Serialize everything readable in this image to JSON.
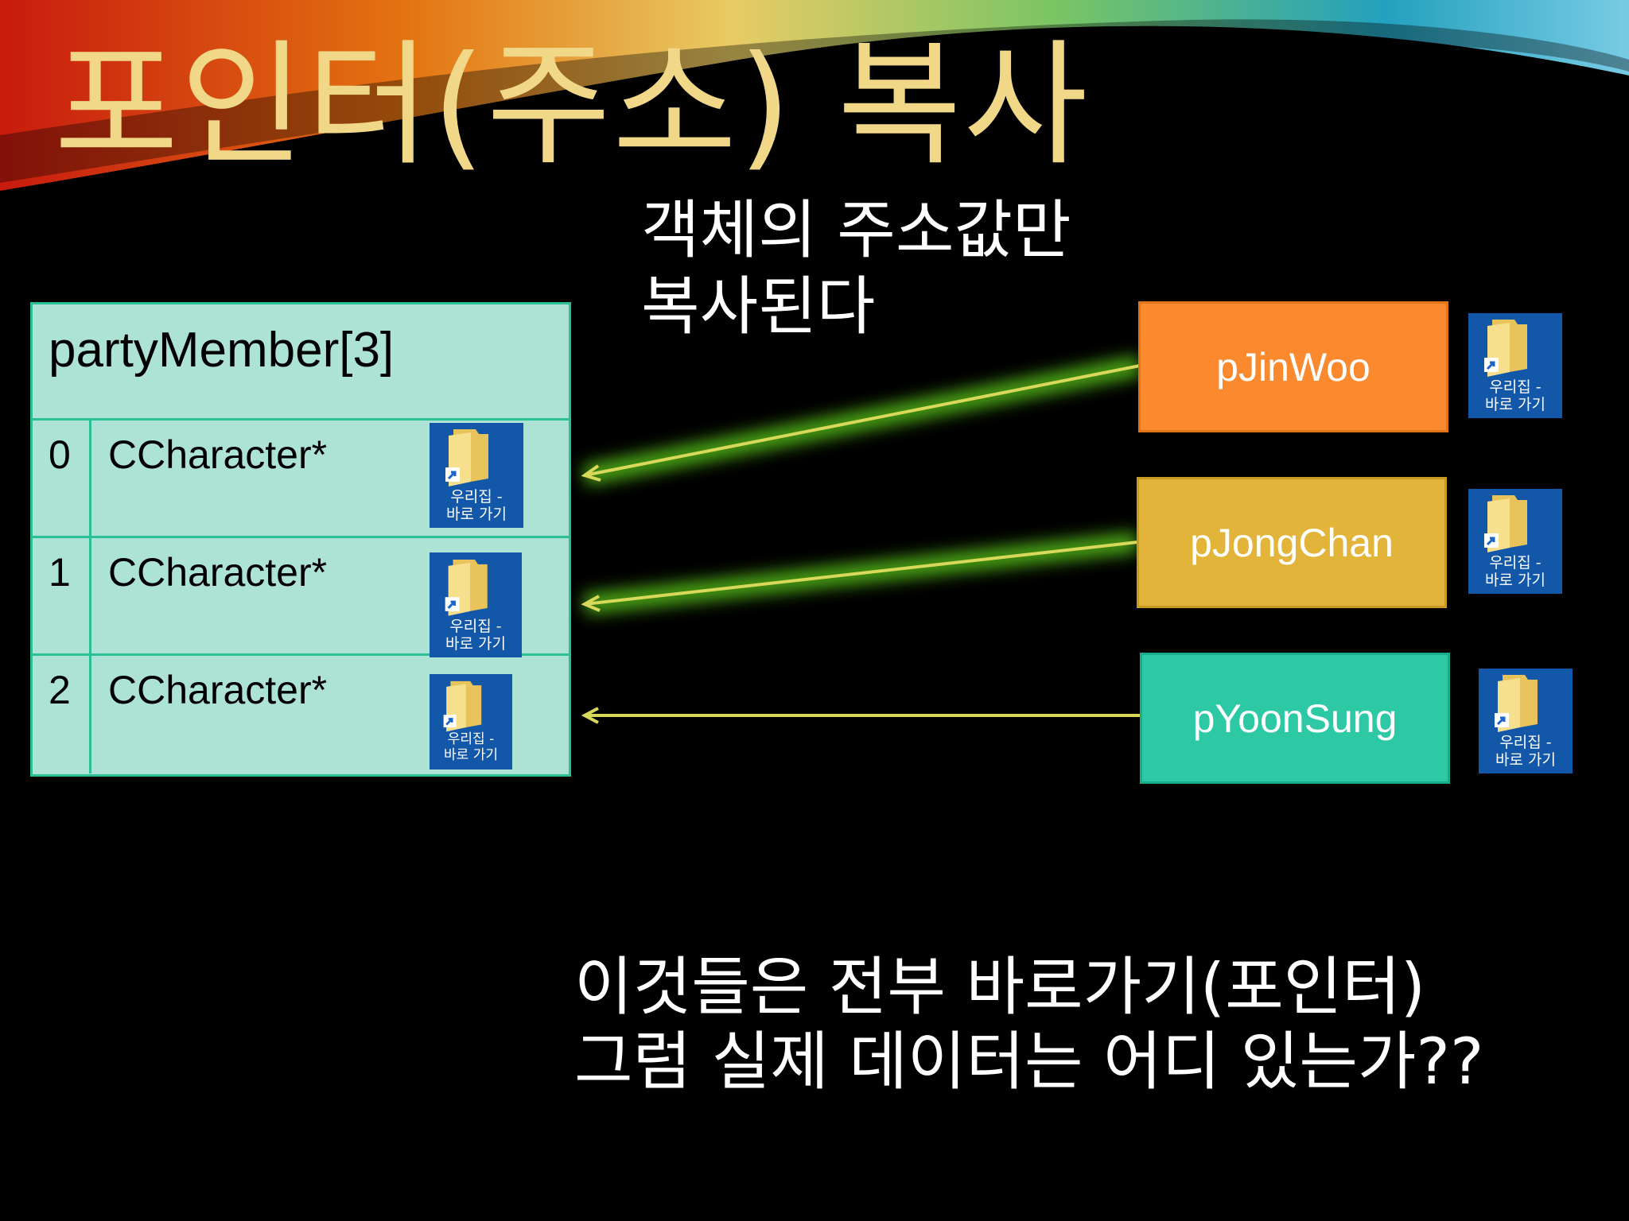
{
  "slide": {
    "title": "포인터(주소) 복사",
    "note_line1": "객체의 주소값만",
    "note_line2": "복사된다",
    "question_line1": "이것들은 전부 바로가기(포인터)",
    "question_line2": "그럼 실제 데이터는 어디 있는가??"
  },
  "array": {
    "name": "partyMember[3]",
    "rows": [
      {
        "index": "0",
        "type": "CCharacter*"
      },
      {
        "index": "1",
        "type": "CCharacter*"
      },
      {
        "index": "2",
        "type": "CCharacter*"
      }
    ]
  },
  "shortcut_label": "우리집 -\n바로 가기",
  "pointers": [
    {
      "name": "pJinWoo",
      "color": "#fb8a2e"
    },
    {
      "name": "pJongChan",
      "color": "#e2b53a"
    },
    {
      "name": "pYoonSung",
      "color": "#2cc9a4"
    }
  ],
  "colors": {
    "title": "#f1d889",
    "arrow": "#d8d85a",
    "arrow_glow": "#7cff2a",
    "shortcut_bg": "#1357a8"
  }
}
